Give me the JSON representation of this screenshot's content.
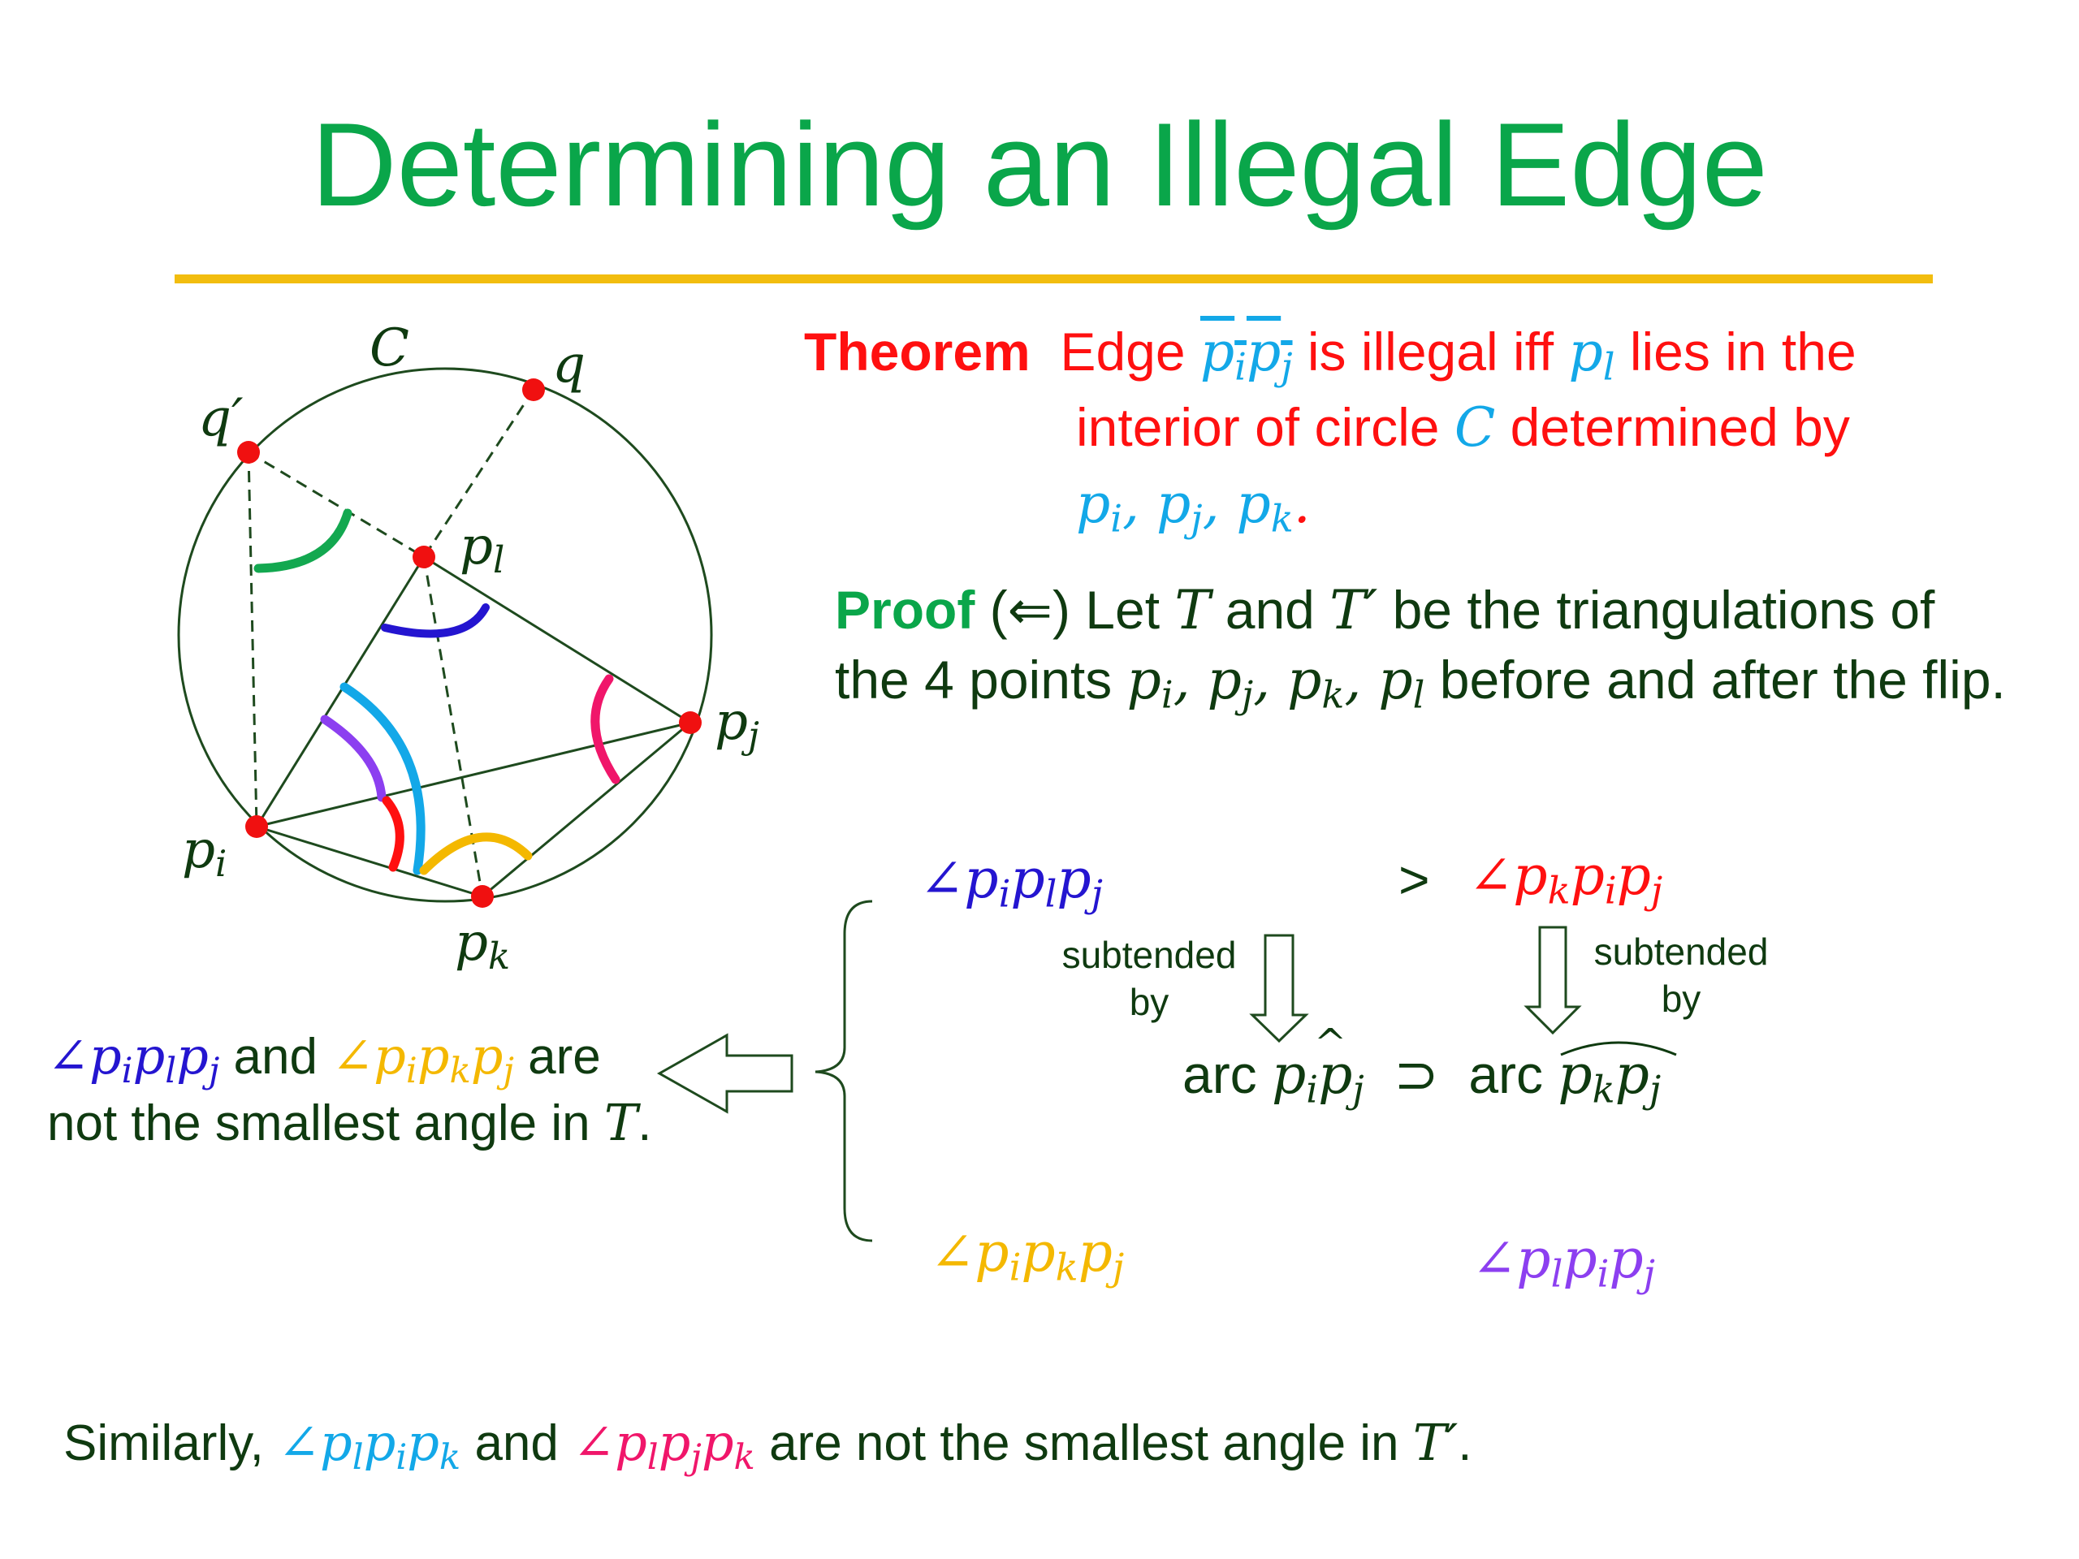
{
  "title": "Determining an Illegal Edge",
  "diagram": {
    "labels": {
      "C": "C",
      "q": "q",
      "q_prime": "q′",
      "p_l": "p",
      "p_l_sub": "l",
      "p_j": "p",
      "p_j_sub": "j",
      "p_i": "p",
      "p_i_sub": "i",
      "p_k": "p",
      "p_k_sub": "k"
    },
    "colors": {
      "green_arc": "#13a850",
      "blue_arc": "#2415d0",
      "cyan_arc": "#13a8e8",
      "purple_arc": "#8c3ff0",
      "red_arc": "#ff1010",
      "yellow_arc": "#f4b800",
      "pink_arc": "#f0166a",
      "points": "#f01010",
      "lines": "#1e4a1e"
    }
  },
  "theorem": {
    "label": "Theorem",
    "edge_word": "Edge",
    "edge_name": "p",
    "edge_sub_i": "i",
    "edge_sub_j": "j",
    "text_illegal": "is illegal iff",
    "pl": "p",
    "pl_sub": "l",
    "text_lies": "lies in the",
    "line2_a": "interior of circle",
    "circle": "C",
    "line2_b": "determined by",
    "line3_points": [
      "i",
      "j",
      "k"
    ],
    "line3_end": "."
  },
  "proof": {
    "label": "Proof",
    "arrow": "(⇐)",
    "text_let": "Let",
    "T": "T",
    "text_and": "and",
    "T_prime": "T′",
    "text_be": "be the triangulations of",
    "line2_a": "the 4 points",
    "line2_b": "before and after the flip."
  },
  "relations": {
    "angle_ilj": "∠p",
    "gt": ">",
    "subtended_left": "subtended",
    "by_left": "by",
    "subtended_right": "subtended",
    "by_right": "by",
    "arc_word_left": "arc",
    "supset": "⊃",
    "arc_word_right": "arc",
    "and": "and",
    "are": "are",
    "not_smallest": "not the smallest angle in",
    "T": "T",
    "period": "."
  },
  "footer": {
    "similarly": "Similarly,",
    "and": "and",
    "end": "are not the smallest angle in",
    "T_prime": "T′",
    "period": "."
  }
}
